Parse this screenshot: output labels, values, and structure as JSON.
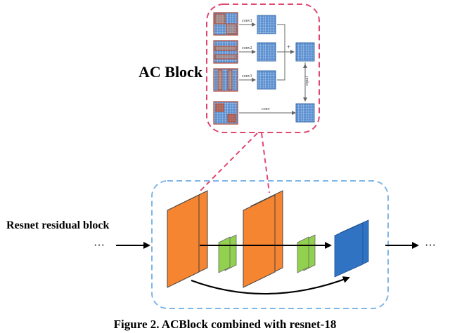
{
  "labels": {
    "ac_block": "AC Block",
    "resnet_block": "Resnet residual block",
    "caption": "Figure 2. ACBlock combined with resnet-18",
    "conv1": "conv1",
    "conv2": "conv2",
    "conv3": "conv3",
    "conv": "conv",
    "plus": "+",
    "equal": "equal",
    "dots": "···"
  },
  "colors": {
    "dashed_pink": "#e0476f",
    "dashed_blue": "#7eb6e6",
    "orange": "#f58530",
    "green": "#92d050",
    "blue_map": "#2f73c2",
    "grid_blue": "#4f86c8",
    "kernel_red": "#b5472f"
  }
}
